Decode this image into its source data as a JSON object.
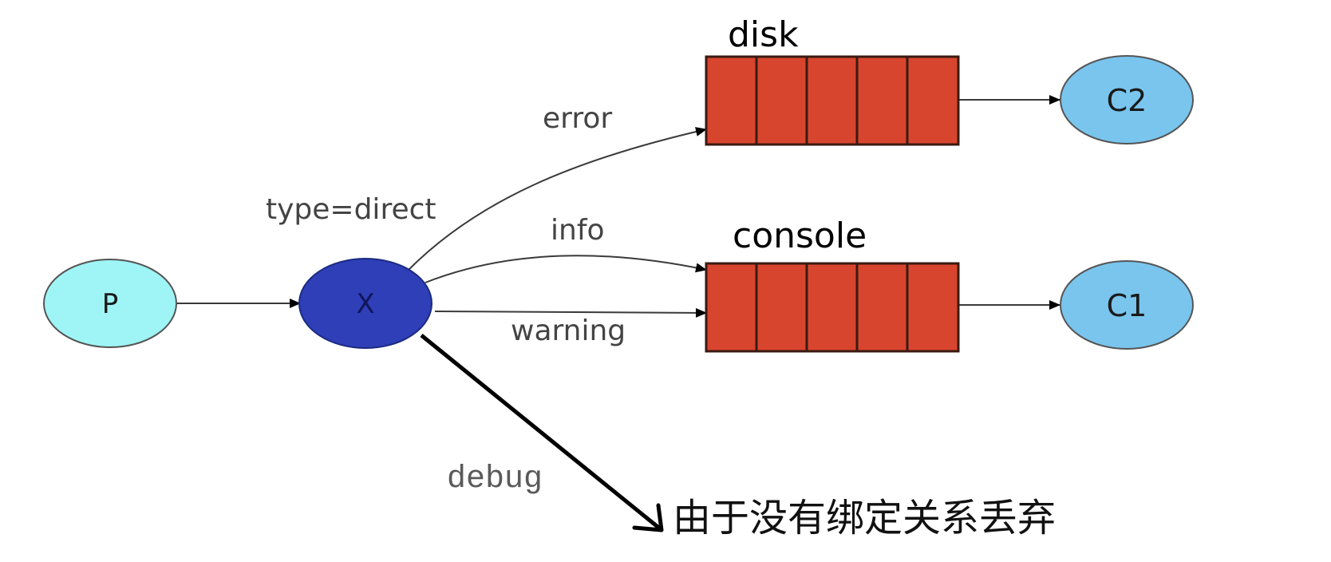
{
  "nodes": {
    "producer": {
      "label": "P",
      "color": "#9ff5f6"
    },
    "exchange": {
      "label": "X",
      "color": "#2e3fb8",
      "type_label": "type=direct"
    },
    "consumer_c2": {
      "label": "C2",
      "color": "#79c5ee"
    },
    "consumer_c1": {
      "label": "C1",
      "color": "#79c5ee"
    }
  },
  "queues": {
    "disk": {
      "name": "disk",
      "color": "#d8452e",
      "cells": 5
    },
    "console": {
      "name": "console",
      "color": "#d8452e",
      "cells": 5
    }
  },
  "bindings": {
    "error": "error",
    "info": "info",
    "warning": "warning",
    "debug": "debug"
  },
  "note": "由于没有绑定关系丢弃"
}
